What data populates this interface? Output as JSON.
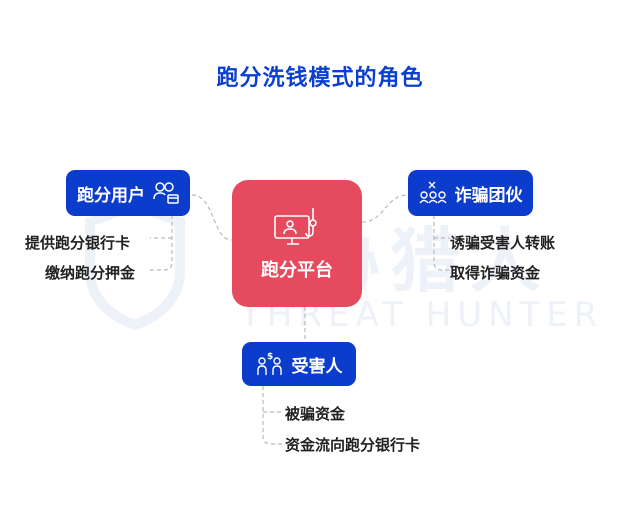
{
  "title": "跑分洗钱模式的角色",
  "watermark": {
    "cn": "威胁猎人",
    "en": "THREAT HUNTER"
  },
  "center": {
    "label": "跑分平台",
    "icon": "monitor-user-hook-icon"
  },
  "nodes": [
    {
      "label": "跑分用户",
      "icon": "users-card-icon",
      "items": [
        "提供跑分银行卡",
        "缴纳跑分押金"
      ]
    },
    {
      "label": "诈骗团伙",
      "icon": "group-x-icon",
      "items": [
        "诱骗受害人转账",
        "取得诈骗资金"
      ]
    },
    {
      "label": "受害人",
      "icon": "people-money-icon",
      "items": [
        "被骗资金",
        "资金流向跑分银行卡"
      ]
    }
  ],
  "colors": {
    "blue": "#0b3ccc",
    "red": "#e64a5e",
    "title": "#0b3fcf"
  }
}
